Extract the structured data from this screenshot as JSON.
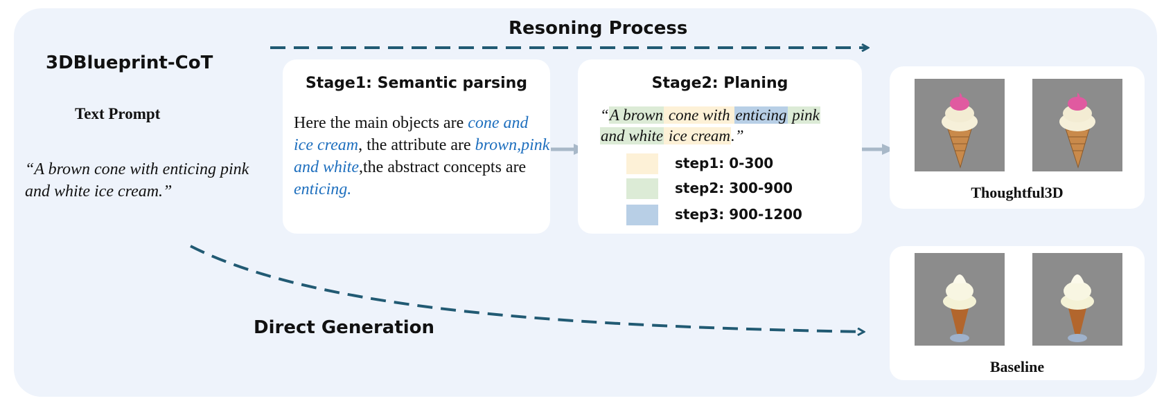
{
  "method_label": "3DBlueprint-CoT",
  "text_prompt": {
    "label": "Text Prompt",
    "line1": "“A brown cone with enticing pink",
    "line2": "and white ice cream.”"
  },
  "reasoning_process": "Resoning Process",
  "direct_generation": "Direct Generation",
  "stage1": {
    "title": "Stage1: Semantic parsing",
    "t1": "Here the main objects are ",
    "t2": "cone and ice cream",
    "t3": ", the  attribute are ",
    "t4": "brown,pink and white",
    "t5": ",the abstract concepts are ",
    "t6": "enticing."
  },
  "stage2": {
    "title": "Stage2: Planing",
    "q_open": "“",
    "q1": "A brown",
    "q2": " cone with ",
    "q3": "enticing",
    "q4": " pink",
    "q5": "and white",
    "q6": " ice cream",
    "q_close": ".”",
    "steps": [
      {
        "label": "step1: 0-300",
        "color": "#fdf1d7"
      },
      {
        "label": "step2: 300-900",
        "color": "#dcebd6"
      },
      {
        "label": "step3: 900-1200",
        "color": "#b8cfe6"
      }
    ]
  },
  "outputs": {
    "top_label": "Thoughtful3D",
    "bottom_label": "Baseline"
  },
  "colors": {
    "arrow_dark": "#215a73",
    "arrow_light": "#a8b8c8",
    "background": "#eef3fb"
  }
}
